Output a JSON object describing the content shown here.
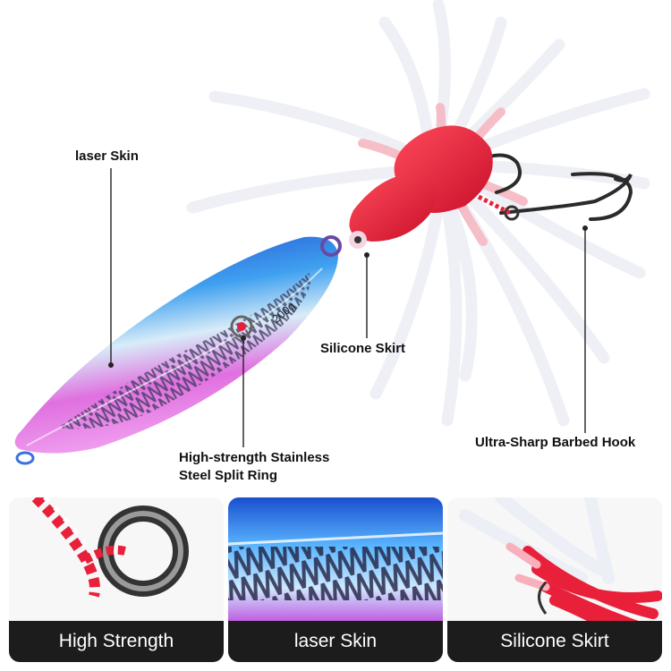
{
  "callouts": {
    "laser_skin": "laser Skin",
    "silicone_skirt": "Silicone Skirt",
    "split_ring_line1": "High-strength Stainless",
    "split_ring_line2": "Steel Split Ring",
    "barbed_hook": "Ultra-Sharp Barbed Hook"
  },
  "lure": {
    "weight_mark": "200g"
  },
  "panels": [
    {
      "caption": "High Strength"
    },
    {
      "caption": "laser Skin"
    },
    {
      "caption": "Silicone Skirt"
    }
  ],
  "colors": {
    "caption_bg": "#1c1c1c",
    "skirt_red": "#e8203a",
    "body_blue": "#2f6fe0",
    "body_pink": "#e070e0"
  }
}
